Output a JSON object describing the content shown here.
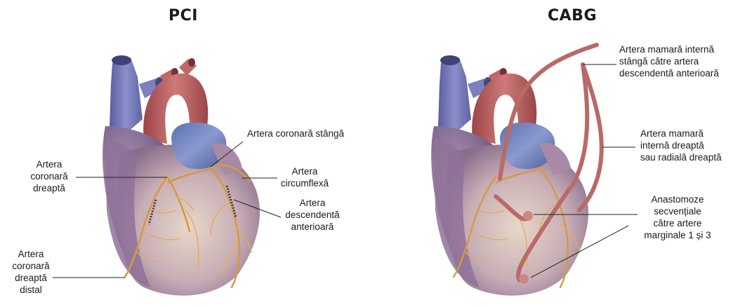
{
  "pci": {
    "title": "PCI",
    "labels": {
      "left_main": "Artera coronară stângă",
      "rca_1": "Artera",
      "rca_2": "coronară",
      "rca_3": "dreaptă",
      "circ_1": "Artera",
      "circ_2": "circumflexă",
      "lad_1": "Artera",
      "lad_2": "descendentă",
      "lad_3": "anterioară",
      "distal_1": "Artera",
      "distal_2": "coronară",
      "distal_3": "dreaptă",
      "distal_4": "distal"
    }
  },
  "cabg": {
    "title": "CABG",
    "labels": {
      "lima_1": "Artera mamară internă",
      "lima_2": "stângă către artera",
      "lima_3": "descendentă anterioară",
      "rima_1": "Artera mamară",
      "rima_2": "internă dreaptă",
      "rima_3": "sau radială dreaptă",
      "anast_1": "Anastomoze",
      "anast_2": "secvențiale",
      "anast_3": "către artere",
      "anast_4": "marginale 1 și 3"
    }
  },
  "colors": {
    "vein_blue": "#6f73b5",
    "aorta_red": "#b5585a",
    "artery_orange": "#d9a049",
    "myocardium": "#c9b3b8",
    "graft": "#b86a68"
  }
}
